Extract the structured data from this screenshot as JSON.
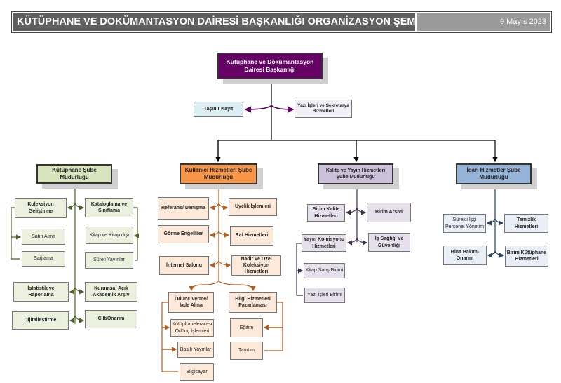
{
  "header": {
    "title": "KÜTÜPHANE VE DOKÜMANTASYON DAİRESİ BAŞKANLIĞI ORGANİZASYON ŞEMASI",
    "date": "9 Mayıs 2023"
  },
  "colors": {
    "top": "#660066",
    "library": "#d7e4bd",
    "user_services": "#f79646",
    "quality": "#ccc0da",
    "admin": "#95b3d7"
  },
  "top": {
    "title": "Kütüphane ve Dokümantasyon Dairesi Başkanlığı",
    "left": "Taşınır Kayıt",
    "right": "Yazı İşleri ve Sekretarya Hizmetleri"
  },
  "library": {
    "title": "Kütüphane Şube Müdürlüğü",
    "items": [
      "Koleksiyon Geliştirme",
      "Satın Alma",
      "Sağlama",
      "Kataloglama ve Sınıflama",
      "Kitap ve Kitap dışı",
      "Süreli Yayınlar",
      "İstatistik ve Raporlama",
      "Kurumsal Açık Akademik Arşiv",
      "Dijitalleştirme",
      "Cilt/Onarım"
    ]
  },
  "user": {
    "title": "Kullanıcı Hizmetleri Şube Müdürlüğü",
    "items": [
      "Referans/ Danışma",
      "Üyelik İşlemleri",
      "Görme Engelliler",
      "Raf Hizmetleri",
      "İnternet Salonu",
      "Nadir ve Özel Koleksiyon Hizmetleri",
      "Ödünç Verme/İade Alma",
      "Kütüphanelerarası Ödünç İşlemleri",
      "Basılı Yayınlar",
      "Bilgisayar",
      "Bilgi Hizmetleri Pazarlaması",
      "Eğitim",
      "Tanıtım"
    ]
  },
  "quality": {
    "title": "Kalite ve Yayın Hizmetleri Şube Müdürlüğü",
    "items": [
      "Birim Kalite Hizmetleri",
      "Birim Arşivi",
      "Yayın Komisyonu Hizmetleri",
      "İş Sağlığı ve Güvenliği",
      "Kitap Satış Birimi",
      "Yazı İşleri Birimi"
    ]
  },
  "admin": {
    "title": "İdari Hizmetler Şube Müdürlüğü",
    "items": [
      "Sürekli İşçi Personel Yönetim",
      "Temizlik Hizmetleri",
      "Bina Bakım-Onarım",
      "Birim Kütüphane Hizmetleri"
    ]
  }
}
